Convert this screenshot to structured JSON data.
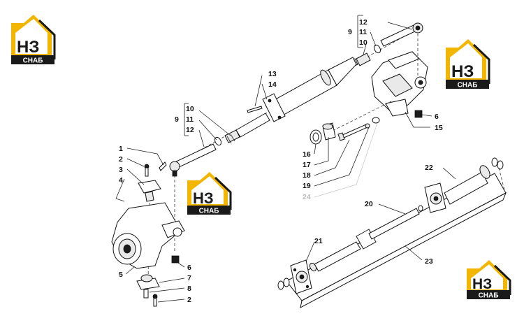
{
  "logos": [
    {
      "mark": "НЗ",
      "caption": "СНАБ",
      "colors": {
        "yellow": "#f2b600",
        "black": "#1a1a1a"
      }
    },
    {
      "mark": "НЗ",
      "caption": "СНАБ"
    },
    {
      "mark": "НЗ",
      "caption": "СНАБ"
    },
    {
      "mark": "НЗ",
      "caption": "СНАБ"
    }
  ],
  "callouts": {
    "c1": "1",
    "c2a": "2",
    "c2b": "2",
    "c3": "3",
    "c4": "4",
    "c5": "5",
    "c6a": "6",
    "c6b": "6",
    "c7": "7",
    "c8": "8",
    "c9a": "9",
    "c9b": "9",
    "c10a": "10",
    "c10b": "10",
    "c11a": "11",
    "c11b": "11",
    "c12a": "12",
    "c12b": "12",
    "c13": "13",
    "c14": "14",
    "c15": "15",
    "c16": "16",
    "c17": "17",
    "c18": "18",
    "c19": "19",
    "c20": "20",
    "c21": "21",
    "c22": "22",
    "c23": "23",
    "c24": "24"
  }
}
